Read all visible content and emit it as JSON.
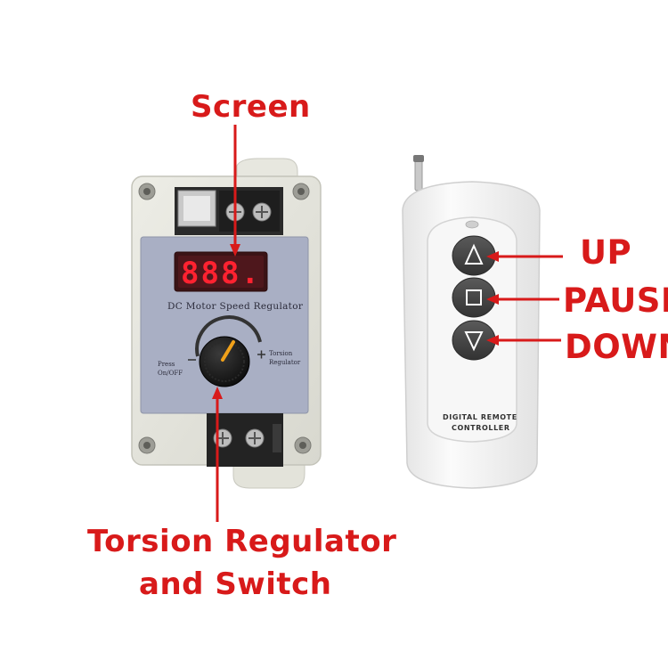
{
  "callouts": {
    "screen": "Screen",
    "torsion_regulator": "Torsion Regulator",
    "and_switch": "and Switch",
    "up": "UP",
    "pause": "PAUSE",
    "down": "DOWN"
  },
  "regulator": {
    "title": "DC Motor Speed Regulator",
    "display": "888.",
    "press": "Press",
    "on_off": "On/OFF",
    "torsion": "Torsion",
    "regulator": "Regulator"
  },
  "remote": {
    "line1": "DIGITAL REMOTE",
    "line2": "CONTROLLER"
  },
  "colors": {
    "callout": "#d81a1a",
    "panel": "#a9afc4",
    "housing": "#e6e6de",
    "display": "#ff1f2a",
    "remote_body": "#f4f4f4",
    "remote_button": "#4a4a4a"
  }
}
